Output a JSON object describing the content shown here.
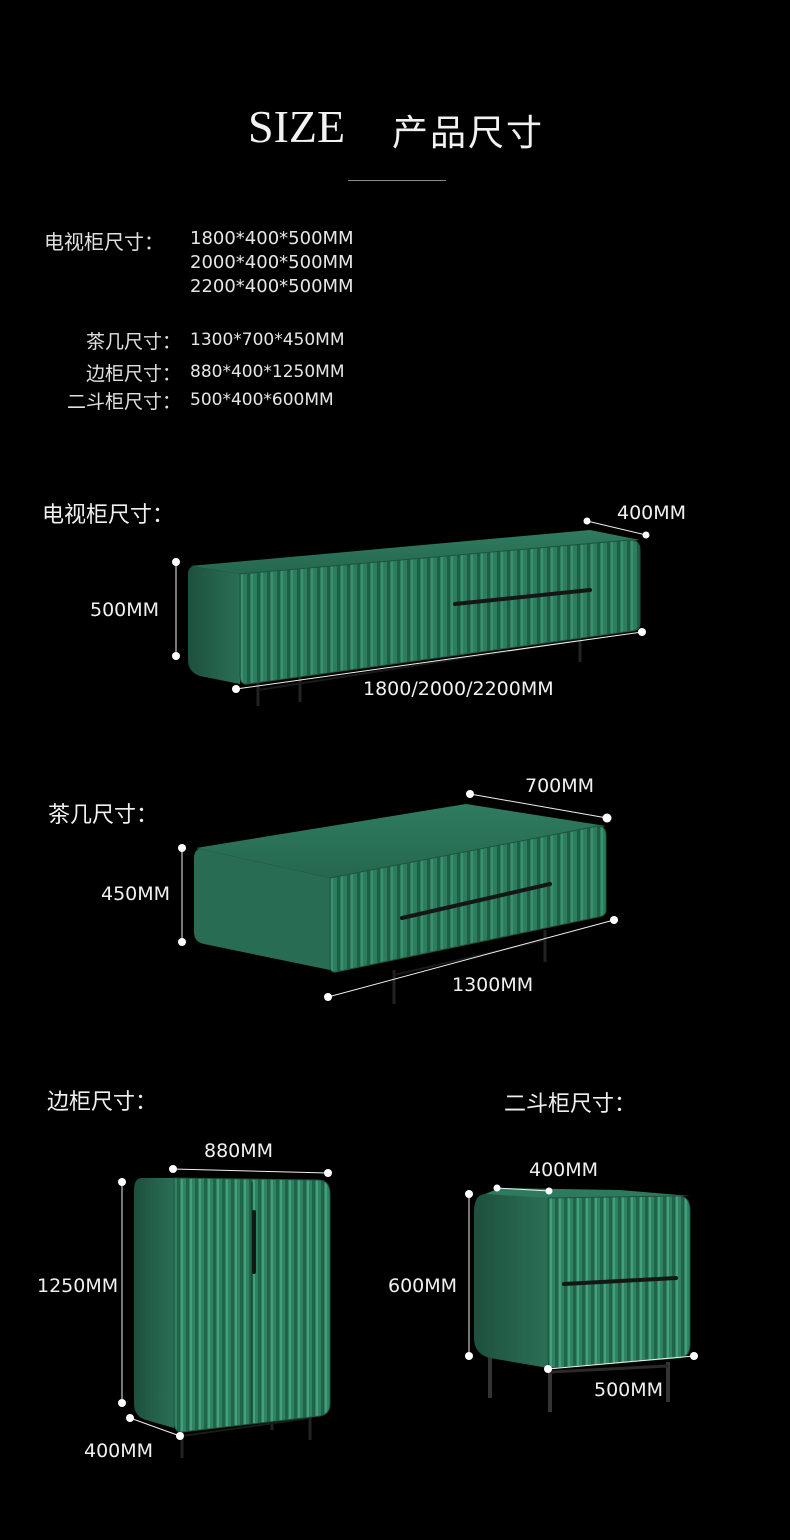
{
  "title": {
    "en": "SIZE",
    "cn": "产品尺寸"
  },
  "specs": [
    {
      "label": "电视柜尺寸：",
      "values": [
        "1800*400*500MM",
        "2000*400*500MM",
        "2200*400*500MM"
      ]
    },
    {
      "label": "茶几尺寸：",
      "values": [
        "1300*700*450MM"
      ]
    },
    {
      "label": "边柜尺寸：",
      "values": [
        "880*400*1250MM"
      ]
    },
    {
      "label": "二斗柜尺寸：",
      "values": [
        "500*400*600MM"
      ]
    }
  ],
  "products": {
    "tv_cabinet": {
      "label": "电视柜尺寸：",
      "depth": "400MM",
      "height": "500MM",
      "width": "1800/2000/2200MM"
    },
    "coffee_table": {
      "label": "茶几尺寸：",
      "depth": "700MM",
      "height": "450MM",
      "width": "1300MM"
    },
    "side_cabinet": {
      "label": "边柜尺寸：",
      "width": "880MM",
      "height": "1250MM",
      "depth": "400MM"
    },
    "two_drawer": {
      "label": "二斗柜尺寸：",
      "depth": "400MM",
      "height": "600MM",
      "width": "500MM"
    }
  },
  "colors": {
    "background": "#000000",
    "cabinet_green": "#2a7a5c",
    "cabinet_dark": "#1d5a43",
    "handle": "#1a1a1a"
  }
}
